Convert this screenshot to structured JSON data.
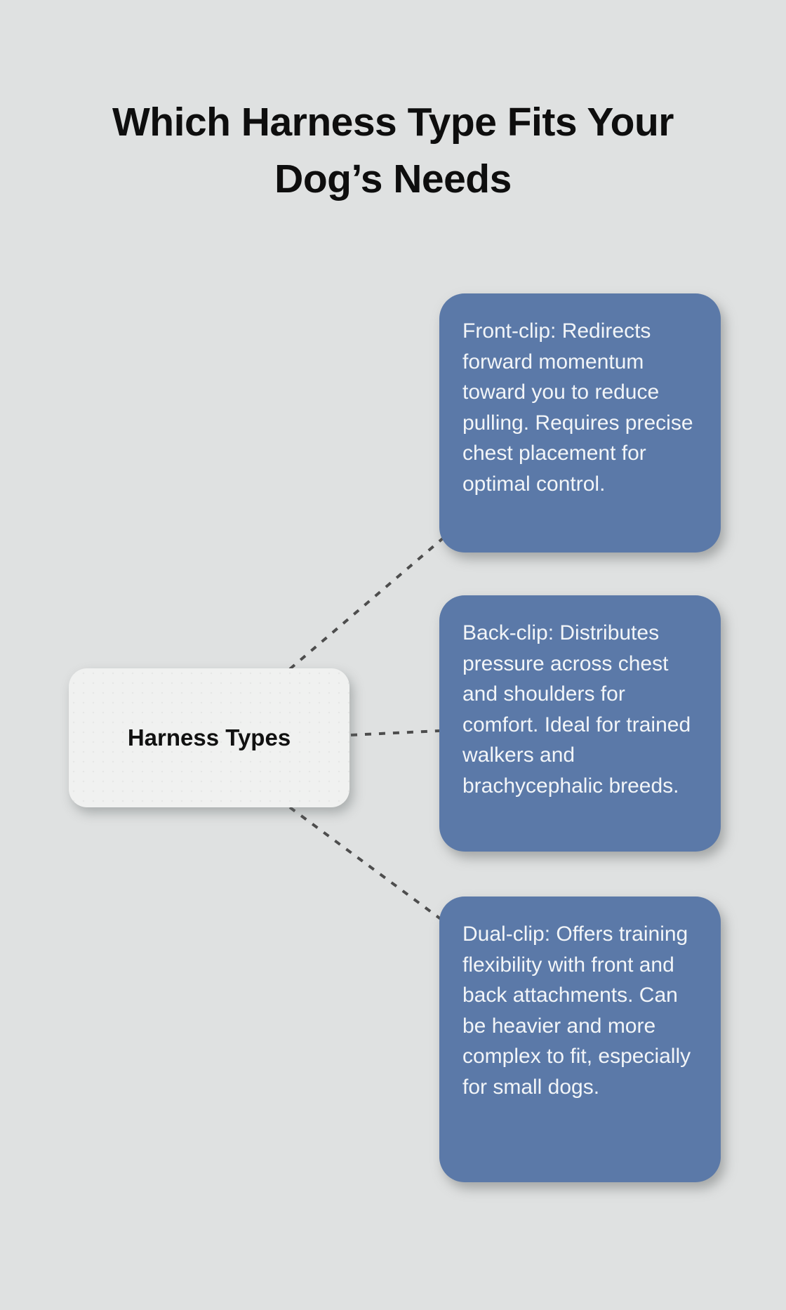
{
  "page": {
    "background_color": "#dfe1e1",
    "title": "Which Harness Type Fits Your Dog’s Needs"
  },
  "diagram": {
    "type": "mindmap",
    "colors": {
      "branch_fill": "#5b79a8",
      "branch_text": "#f2f5f8",
      "center_node_fill": "#f0f1f0",
      "center_node_text": "#111111",
      "connector": "#4d4d4d",
      "title_text": "#0e0e0e"
    },
    "center_node": {
      "label": "Harness Types"
    },
    "branches": [
      {
        "id": "front-clip",
        "text": "Front-clip: Redirects forward momentum toward you to reduce pulling. Requires precise chest placement for optimal control."
      },
      {
        "id": "back-clip",
        "text": "Back-clip: Distributes pressure across chest and shoulders for comfort. Ideal for trained walkers and brachycephalic breeds."
      },
      {
        "id": "dual-clip",
        "text": "Dual-clip: Offers training flexibility with front and back attachments. Can be heavier and more complex to fit, especially for small dogs."
      }
    ]
  }
}
